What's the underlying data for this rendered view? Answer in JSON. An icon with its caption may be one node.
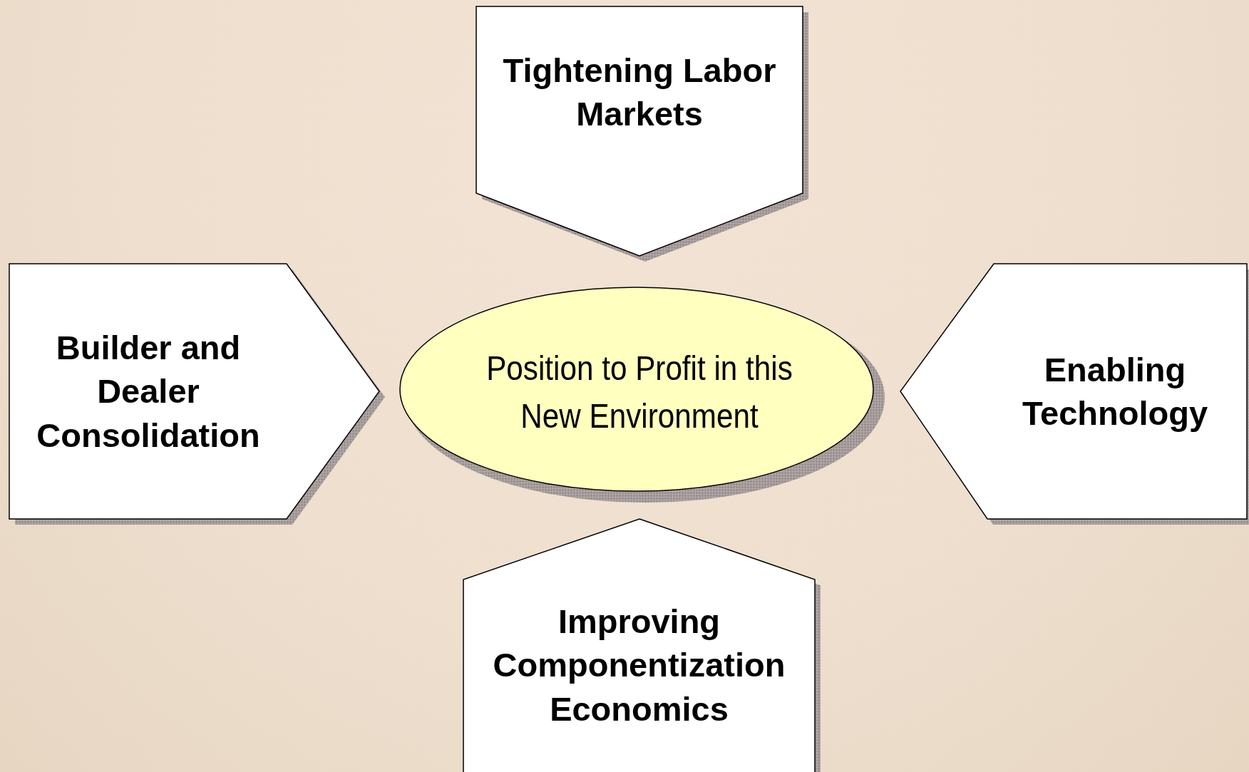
{
  "diagram": {
    "nodes": [
      {
        "text": [
          "Tightening Labor Markets"
        ]
      },
      {
        "text": [
          "Builder and Dealer Consolidation"
        ]
      },
      {
        "text": [
          "Position to Profit in this New Environment"
        ]
      },
      {
        "text": [
          "Enabling Technology"
        ]
      },
      {
        "text": [
          "Improving Componentization Economics"
        ]
      }
    ]
  }
}
